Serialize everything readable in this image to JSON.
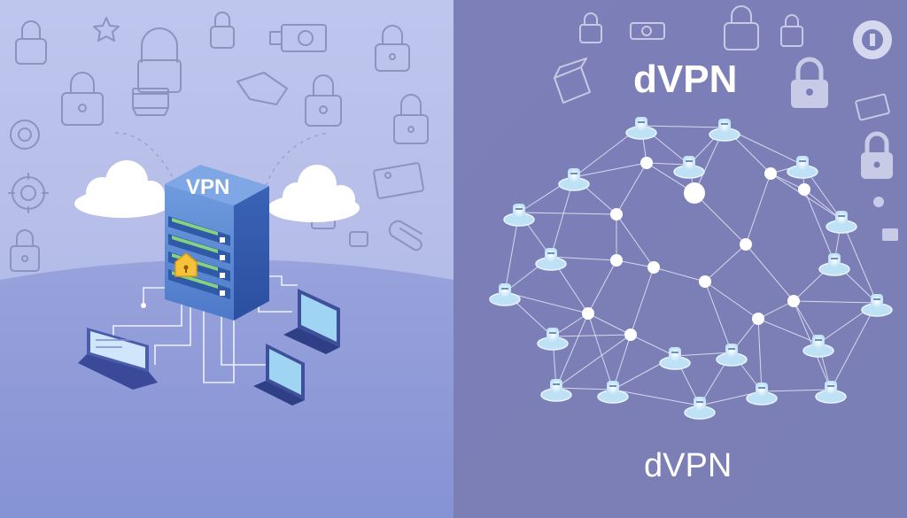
{
  "left_panel": {
    "server_label": "VPN",
    "background": "#b4bde6",
    "ground": "#8d99d8"
  },
  "right_panel": {
    "title_top": "dVPN",
    "title_bottom": "dVPN",
    "background": "#7b7fb7",
    "node_color": "#c9e6f7",
    "edge_color": "#e6e8f6"
  },
  "icons_left": [
    "padlock-icon",
    "star-icon",
    "camera-icon",
    "chat-icon",
    "browser-window-icon",
    "gear-icon",
    "paperclip-icon",
    "server-icon"
  ],
  "icons_right": [
    "padlock-icon",
    "camera-icon",
    "box-icon",
    "document-icon",
    "shield-icon",
    "gear-icon"
  ]
}
